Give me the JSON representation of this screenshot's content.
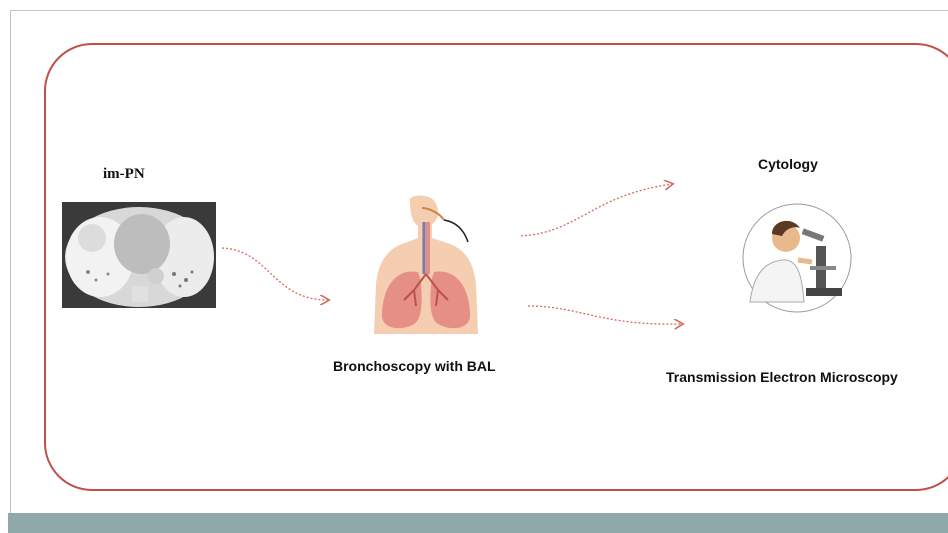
{
  "labels": {
    "input": "im-PN",
    "procedure": "Bronchoscopy with BAL",
    "output_top": "Cytology",
    "output_bottom": "Transmission Electron Microscopy"
  },
  "icons": {
    "ct": "chest-ct-scan-icon",
    "procedure": "bronchoscopy-lungs-icon",
    "analysis": "scientist-microscope-icon"
  },
  "colors": {
    "frame": "#c0504d",
    "arrow": "#d46a5c",
    "footer": "#8fa9ab"
  }
}
